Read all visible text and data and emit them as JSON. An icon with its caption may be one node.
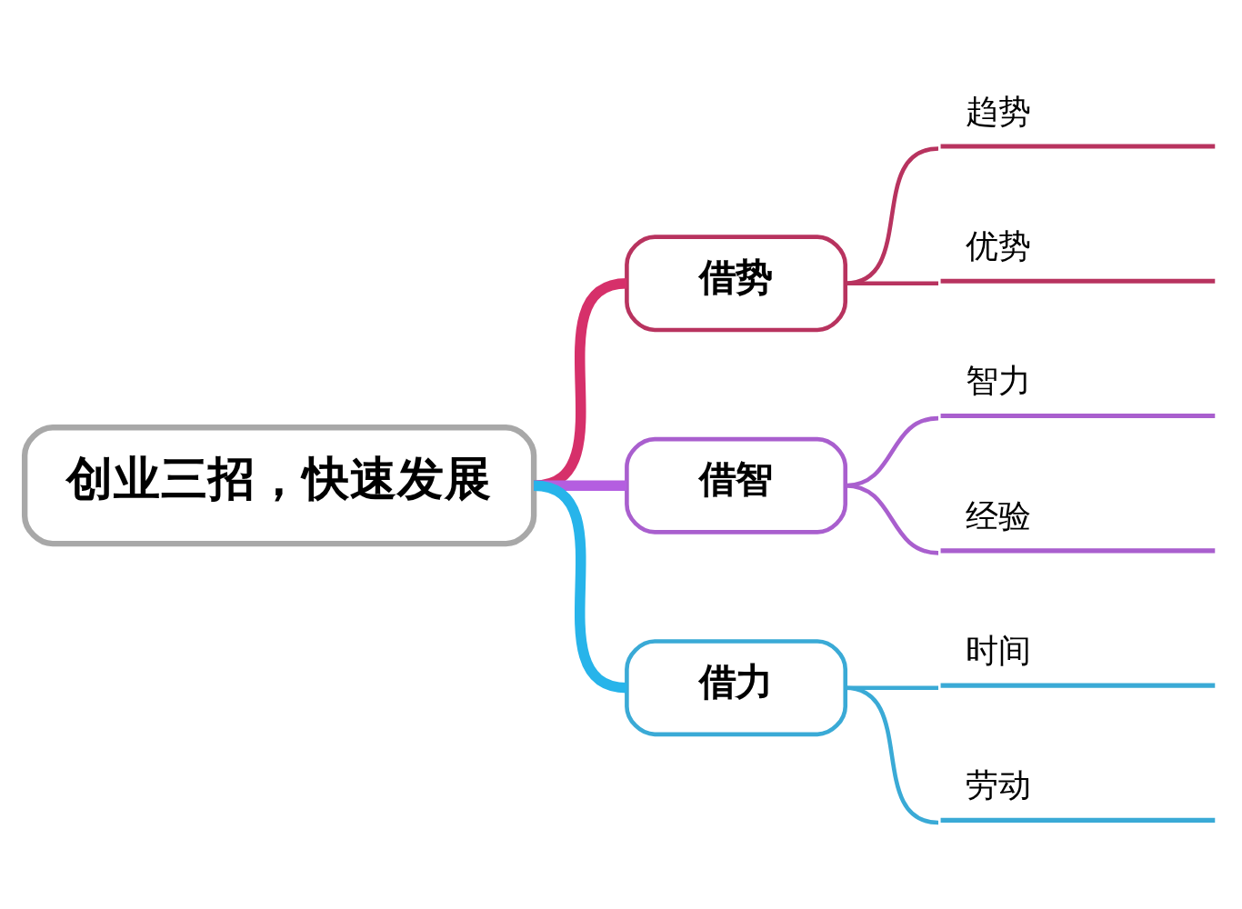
{
  "diagram": {
    "nodes": [
      {
        "text": [
          "创业三招，快速发展"
        ]
      },
      {
        "text": [
          "借势"
        ]
      },
      {
        "text": [
          "趋势"
        ]
      },
      {
        "text": [
          "优势"
        ]
      },
      {
        "text": [
          "借智"
        ]
      },
      {
        "text": [
          "智力"
        ]
      },
      {
        "text": [
          "经验"
        ]
      },
      {
        "text": [
          "借力"
        ]
      },
      {
        "text": [
          "时间"
        ]
      },
      {
        "text": [
          "劳动"
        ]
      }
    ],
    "edges": [
      {
        "from": 0,
        "to": 1,
        "arrow": "none",
        "style": "thick",
        "color": "#d6306a"
      },
      {
        "from": 1,
        "to": 2,
        "arrow": "none",
        "color": "#b8335f"
      },
      {
        "from": 1,
        "to": 3,
        "arrow": "none",
        "color": "#b8335f"
      },
      {
        "from": 0,
        "to": 4,
        "arrow": "none",
        "style": "thick",
        "color": "#b45ee0"
      },
      {
        "from": 4,
        "to": 5,
        "arrow": "none",
        "color": "#a95fce"
      },
      {
        "from": 4,
        "to": 6,
        "arrow": "none",
        "color": "#a95fce"
      },
      {
        "from": 0,
        "to": 7,
        "arrow": "none",
        "style": "thick",
        "color": "#27b4ea"
      },
      {
        "from": 7,
        "to": 8,
        "arrow": "none",
        "color": "#3aaad6"
      },
      {
        "from": 7,
        "to": 9,
        "arrow": "none",
        "color": "#3aaad6"
      }
    ]
  }
}
